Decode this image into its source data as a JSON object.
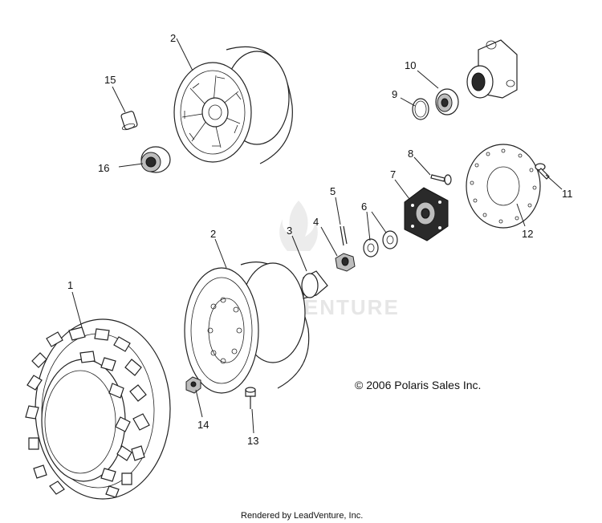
{
  "watermark": "ADVENTURE",
  "copyright": "© 2006 Polaris Sales Inc.",
  "footer": "Rendered by LeadVenture, Inc.",
  "callouts": {
    "p1": "1",
    "p2_top": "2",
    "p2_bottom": "2",
    "p3": "3",
    "p4": "4",
    "p5": "5",
    "p6": "6",
    "p7": "7",
    "p8": "8",
    "p9": "9",
    "p10": "10",
    "p11": "11",
    "p12": "12",
    "p13": "13",
    "p14": "14",
    "p15": "15",
    "p16": "16"
  }
}
